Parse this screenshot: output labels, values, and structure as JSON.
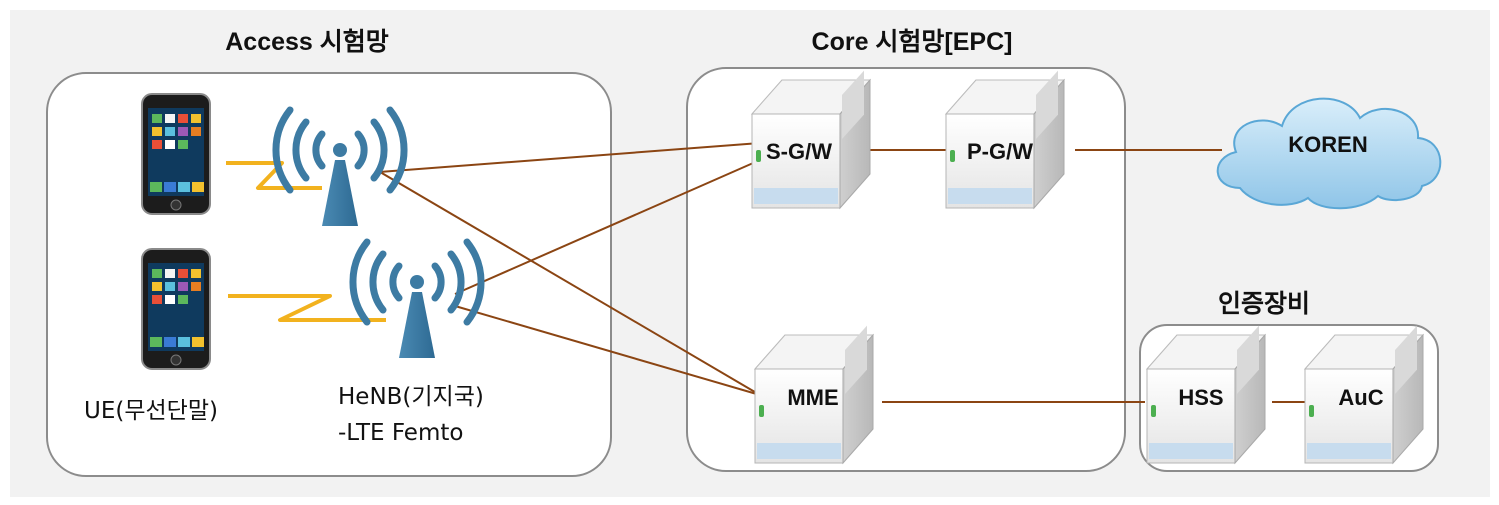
{
  "groups": {
    "access_title": "Access 시험망",
    "core_title": "Core 시험망[EPC]",
    "auth_title": "인증장비"
  },
  "nodes": {
    "sgw": "S-G/W",
    "pgw": "P-G/W",
    "mme": "MME",
    "hss": "HSS",
    "auc": "AuC",
    "koren": "KOREN"
  },
  "captions": {
    "ue": "UE(무선단말)",
    "henb_line1": "HeNB(기지국)",
    "henb_line2": "-LTE Femto"
  },
  "colors": {
    "link": "#8b4513",
    "radio_link": "#f2b21e",
    "antenna": "#3d7ba3",
    "group_border": "#8c8c8c",
    "background": "#f2f2f2",
    "cloud": "#a9d7f2"
  },
  "icons": [
    "smartphone-icon",
    "antenna-icon",
    "server-icon",
    "cloud-icon"
  ]
}
